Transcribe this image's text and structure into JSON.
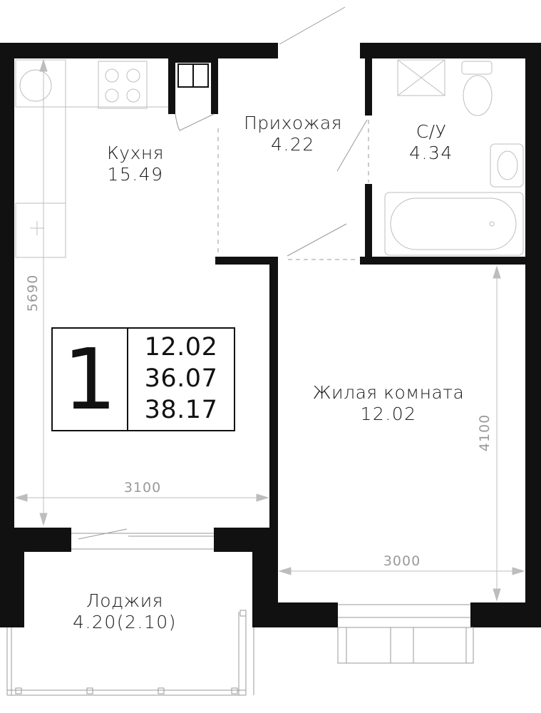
{
  "rooms": {
    "kitchen": {
      "name": "Кухня",
      "area": "15.49"
    },
    "hallway": {
      "name": "Прихожая",
      "area": "4.22"
    },
    "bathroom": {
      "name": "С/У",
      "area": "4.34"
    },
    "living": {
      "name": "Жилая комната",
      "area": "12.02"
    },
    "loggia": {
      "name": "Лоджия",
      "area": "4.20(2.10)"
    }
  },
  "dimensions": {
    "kitchen_height": "5690",
    "kitchen_width": "3100",
    "living_height": "4100",
    "living_width": "3000"
  },
  "summary": {
    "rooms_count": "1",
    "living_area": "12.02",
    "total_area": "36.07",
    "total_with_loggia": "38.17"
  },
  "colors": {
    "wall": "#111111",
    "fixture": "#bdbdbd",
    "dimension": "#9a9a9a"
  }
}
